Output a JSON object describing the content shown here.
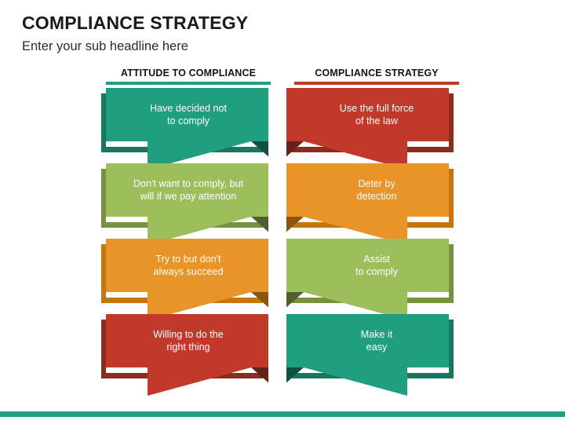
{
  "slide": {
    "title": "COMPLIANCE STRATEGY",
    "subtitle": "Enter your sub headline here",
    "background_color": "#ffffff",
    "footer_bar_color": "#1f9e80"
  },
  "columns": [
    {
      "id": "attitude",
      "header": "ATTITUDE TO COMPLIANCE",
      "rule_color": "#1f9e80",
      "side": "left"
    },
    {
      "id": "strategy",
      "header": "COMPLIANCE STRATEGY",
      "rule_color": "#c0392b",
      "side": "right"
    }
  ],
  "palette": {
    "teal": {
      "main": "#1f9e80",
      "dark": "#10513f",
      "shadow": "#17775f"
    },
    "green": {
      "main": "#9cbf5c",
      "dark": "#4f5f2e",
      "shadow": "#78913f"
    },
    "orange": {
      "main": "#e99428",
      "dark": "#8a5510",
      "shadow": "#c4770f"
    },
    "red": {
      "main": "#c0392b",
      "dark": "#65211a",
      "shadow": "#8e2b20"
    }
  },
  "rows": [
    {
      "left": {
        "text": "Have decided not\nto comply",
        "color": "teal"
      },
      "right": {
        "text": "Use the full force\nof the law",
        "color": "red"
      }
    },
    {
      "left": {
        "text": "Don't want to comply, but\nwill if we pay attention",
        "color": "green"
      },
      "right": {
        "text": "Deter by\ndetection",
        "color": "orange"
      }
    },
    {
      "left": {
        "text": "Try to but don't\nalways succeed",
        "color": "orange"
      },
      "right": {
        "text": "Assist\nto  comply",
        "color": "green"
      }
    },
    {
      "left": {
        "text": "Willing to do the\nright thing",
        "color": "red"
      },
      "right": {
        "text": "Make it\neasy",
        "color": "teal"
      }
    }
  ]
}
